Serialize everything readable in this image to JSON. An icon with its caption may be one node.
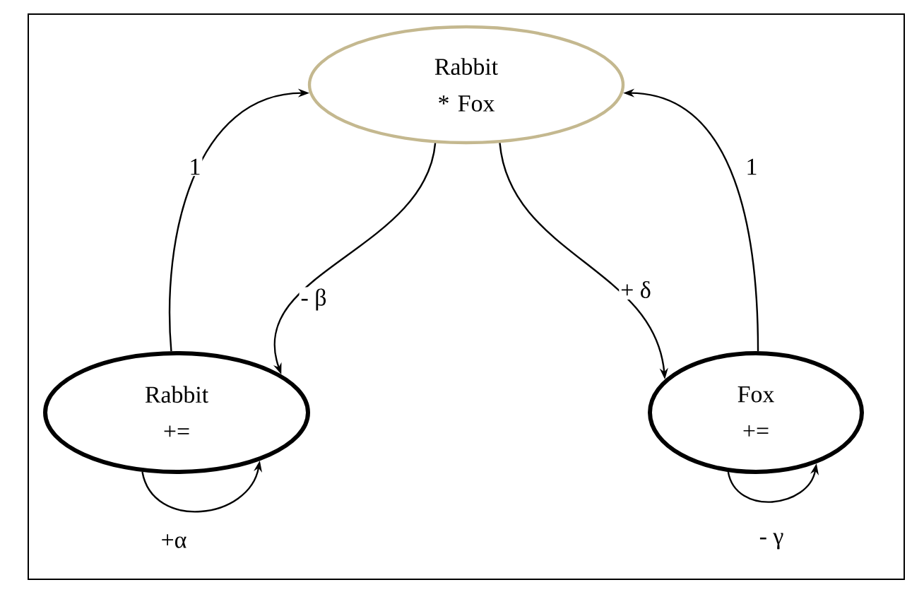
{
  "diagram": {
    "nodes": [
      {
        "text": [
          "Rabbit * Fox"
        ]
      },
      {
        "text": [
          "Rabbit",
          "+="
        ]
      },
      {
        "text": [
          "Fox",
          "+="
        ]
      }
    ],
    "edges": [
      {
        "from": 1,
        "to": 0,
        "arrow": "to",
        "label": "1"
      },
      {
        "from": 0,
        "to": 1,
        "arrow": "to",
        "label": "- β"
      },
      {
        "from": 0,
        "to": 2,
        "arrow": "to",
        "label": "+ δ"
      },
      {
        "from": 2,
        "to": 0,
        "arrow": "to",
        "label": "1"
      },
      {
        "from": 1,
        "to": 1,
        "arrow": "to",
        "label": "+α"
      },
      {
        "from": 2,
        "to": 2,
        "arrow": "to",
        "label": "- γ"
      }
    ]
  }
}
